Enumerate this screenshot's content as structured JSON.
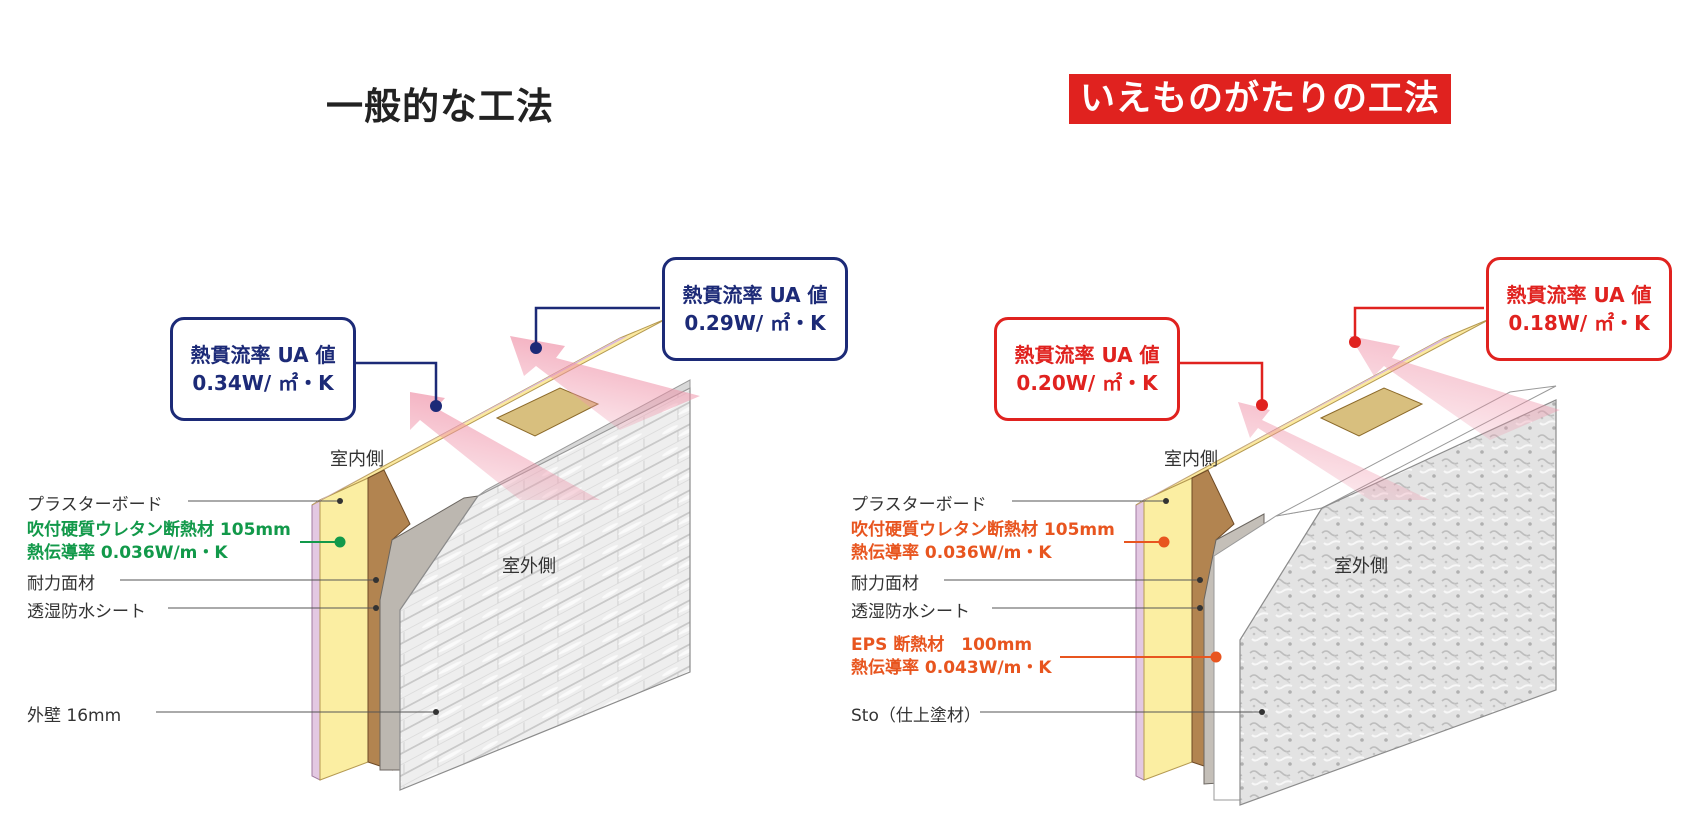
{
  "titles": {
    "left": "一般的な工法",
    "right": "いえものがたりの工法"
  },
  "colors": {
    "navy": "#1c2a77",
    "red": "#e0221f",
    "green": "#12994a",
    "orange": "#e8551f",
    "insulation_yellow": "#fbeea2",
    "arrow_pink": "#f3a6b6"
  },
  "left_panel": {
    "bubbles": [
      {
        "line1": "熱貫流率 UA 値",
        "line2": "0.34W/ ㎡・K"
      },
      {
        "line1": "熱貫流率 UA 値",
        "line2": "0.29W/ ㎡・K"
      }
    ],
    "room_inside": "室内側",
    "room_outside": "室外側",
    "labels": {
      "plasterboard": "プラスターボード",
      "insulation_line1": "吹付硬質ウレタン断熱材 105mm",
      "insulation_line2": "熱伝導率 0.036W/m・K",
      "structural_panel": "耐力面材",
      "moisture_sheet": "透湿防水シート",
      "exterior_wall": "外壁 16mm"
    }
  },
  "right_panel": {
    "bubbles": [
      {
        "line1": "熱貫流率 UA 値",
        "line2": "0.20W/ ㎡・K"
      },
      {
        "line1": "熱貫流率 UA 値",
        "line2": "0.18W/ ㎡・K"
      }
    ],
    "room_inside": "室内側",
    "room_outside": "室外側",
    "labels": {
      "plasterboard": "プラスターボード",
      "insulation_line1": "吹付硬質ウレタン断熱材 105mm",
      "insulation_line2": "熱伝導率 0.036W/m・K",
      "structural_panel": "耐力面材",
      "moisture_sheet": "透湿防水シート",
      "eps_line1": "EPS 断熱材　100mm",
      "eps_line2": "熱伝導率 0.043W/m・K",
      "sto_finish": "Sto（仕上塗材）"
    }
  }
}
